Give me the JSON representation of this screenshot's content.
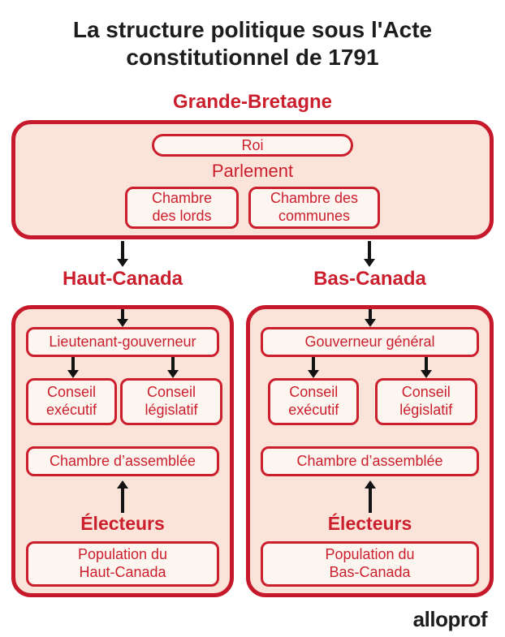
{
  "title": "La structure politique sous l'Acte\nconstitutionnel de 1791",
  "logo": "alloprof",
  "colors": {
    "red": "#cc1f2e",
    "border_red": "#c6192b",
    "panel_fill": "#fae3d8",
    "box_fill": "#fdf5ef",
    "text_dark": "#1d1d1b",
    "arrow": "#131313"
  },
  "britain": {
    "heading": "Grande-Bretagne",
    "king": "Roi",
    "parliament": "Parlement",
    "lords": "Chambre\ndes lords",
    "commons": "Chambre des\ncommunes"
  },
  "upper_canada": {
    "heading": "Haut-Canada",
    "governor": "Lieutenant-gouverneur",
    "executive_council": "Conseil\nexécutif",
    "legislative_council": "Conseil\nlégislatif",
    "assembly": "Chambre d’assemblée",
    "electors": "Électeurs",
    "population": "Population du\nHaut-Canada"
  },
  "lower_canada": {
    "heading": "Bas-Canada",
    "governor": "Gouverneur général",
    "executive_council": "Conseil\nexécutif",
    "legislative_council": "Conseil\nlégislatif",
    "assembly": "Chambre d’assemblée",
    "electors": "Électeurs",
    "population": "Population du\nBas-Canada"
  }
}
